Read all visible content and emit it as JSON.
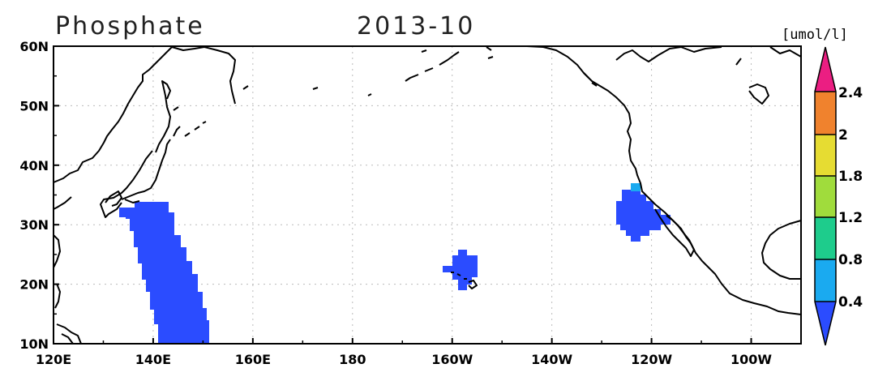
{
  "title": {
    "variable": "Phosphate",
    "date": "2013-10"
  },
  "units": "[umol/l]",
  "map": {
    "projection": "lat-lon",
    "lon_range": [
      120,
      270
    ],
    "lat_range": [
      10,
      60
    ],
    "x_ticks": [
      {
        "lon": 120,
        "label": "120E"
      },
      {
        "lon": 140,
        "label": "140E"
      },
      {
        "lon": 160,
        "label": "160E"
      },
      {
        "lon": 180,
        "label": "180"
      },
      {
        "lon": 200,
        "label": "160W"
      },
      {
        "lon": 220,
        "label": "140W"
      },
      {
        "lon": 240,
        "label": "120W"
      },
      {
        "lon": 260,
        "label": "100W"
      }
    ],
    "y_ticks": [
      {
        "lat": 10,
        "label": "10N"
      },
      {
        "lat": 20,
        "label": "20N"
      },
      {
        "lat": 30,
        "label": "30N"
      },
      {
        "lat": 40,
        "label": "40N"
      },
      {
        "lat": 50,
        "label": "50N"
      },
      {
        "lat": 60,
        "label": "60N"
      }
    ],
    "grid": true
  },
  "colorbar": {
    "levels": [
      "0.4",
      "0.8",
      "1.2",
      "1.8",
      "2",
      "2.4"
    ],
    "colors": [
      "#2b4cff",
      "#1aaaf0",
      "#1ecc8c",
      "#a0dc3c",
      "#e6dc32",
      "#f0822d",
      "#eb1e82"
    ],
    "extend": "both"
  },
  "regions": [
    {
      "name": "Western Pacific band (137E–151E)",
      "class": "< 0.4",
      "color": "#2b4cff"
    },
    {
      "name": "Hawaii",
      "class": "< 0.4",
      "color": "#2b4cff"
    },
    {
      "name": "California coast",
      "class": "< 0.4",
      "color": "#2b4cff"
    },
    {
      "name": "Northern California coast cell",
      "class": "0.4-0.8",
      "color": "#1aaaf0"
    }
  ]
}
